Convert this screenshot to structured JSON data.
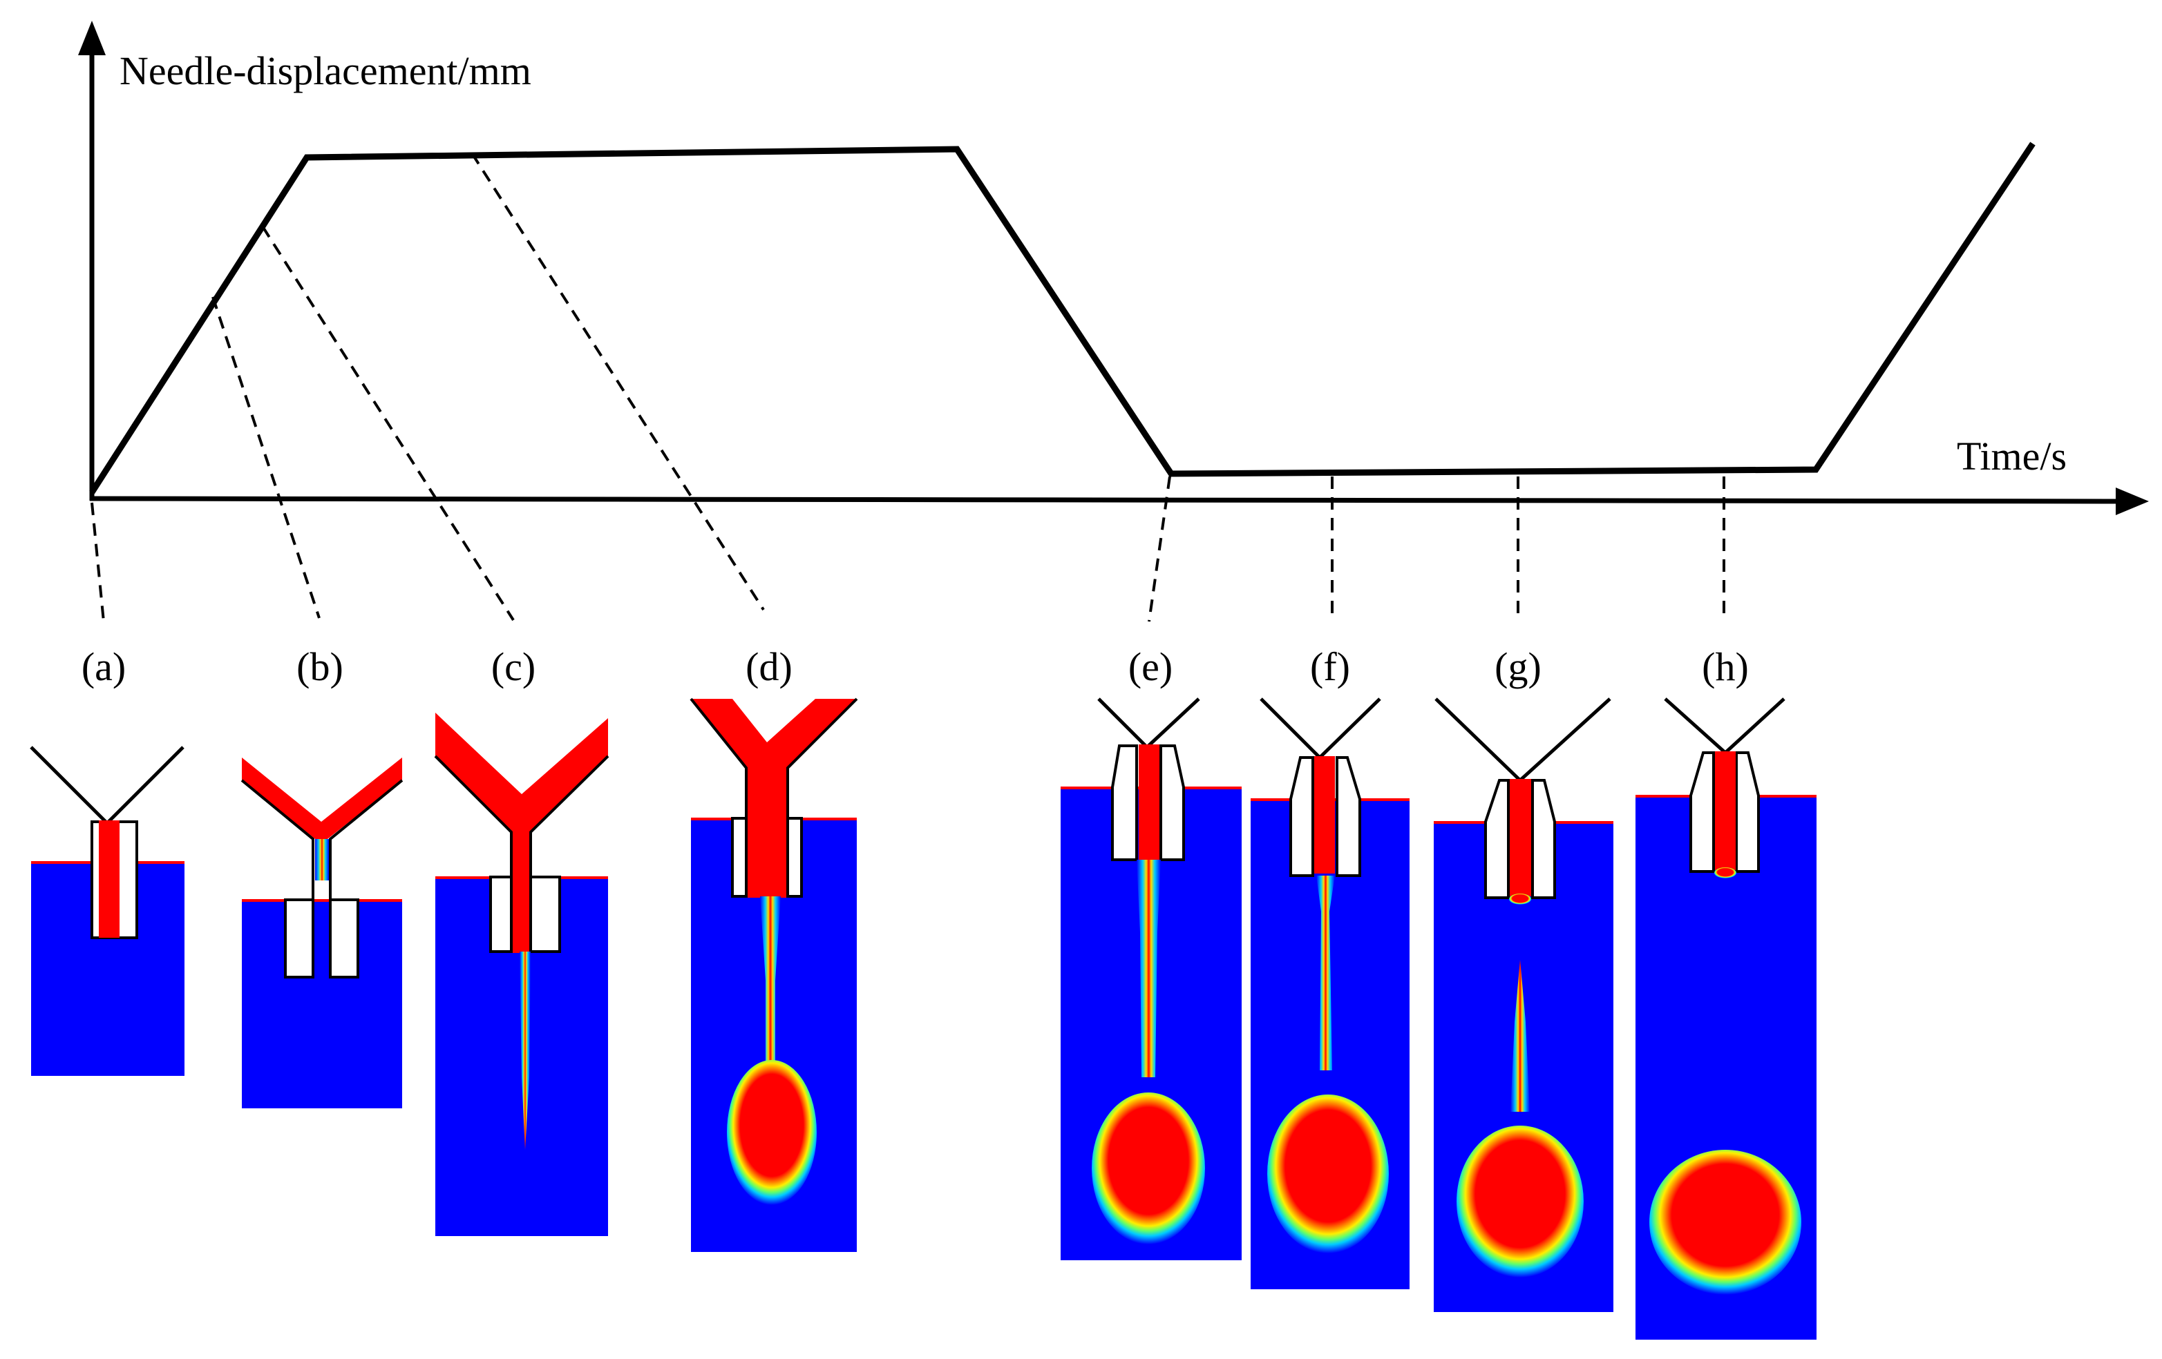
{
  "axes": {
    "y_label": "Needle-displacement/mm",
    "x_label": "Time/s"
  },
  "panels": [
    {
      "id": "a",
      "label": "(a)",
      "stage": "rest"
    },
    {
      "id": "b",
      "label": "(b)",
      "stage": "rise-early"
    },
    {
      "id": "c",
      "label": "(c)",
      "stage": "rise-late"
    },
    {
      "id": "d",
      "label": "(d)",
      "stage": "hold-top"
    },
    {
      "id": "e",
      "label": "(e)",
      "stage": "return-bottom"
    },
    {
      "id": "f",
      "label": "(f)",
      "stage": "hold-bottom-1"
    },
    {
      "id": "g",
      "label": "(g)",
      "stage": "hold-bottom-2"
    },
    {
      "id": "h",
      "label": "(h)",
      "stage": "hold-bottom-3"
    }
  ],
  "colors": {
    "liquid": "#ff0000",
    "ambient": "#0000ff",
    "nozzle": "#ffffff",
    "outline": "#000000"
  }
}
